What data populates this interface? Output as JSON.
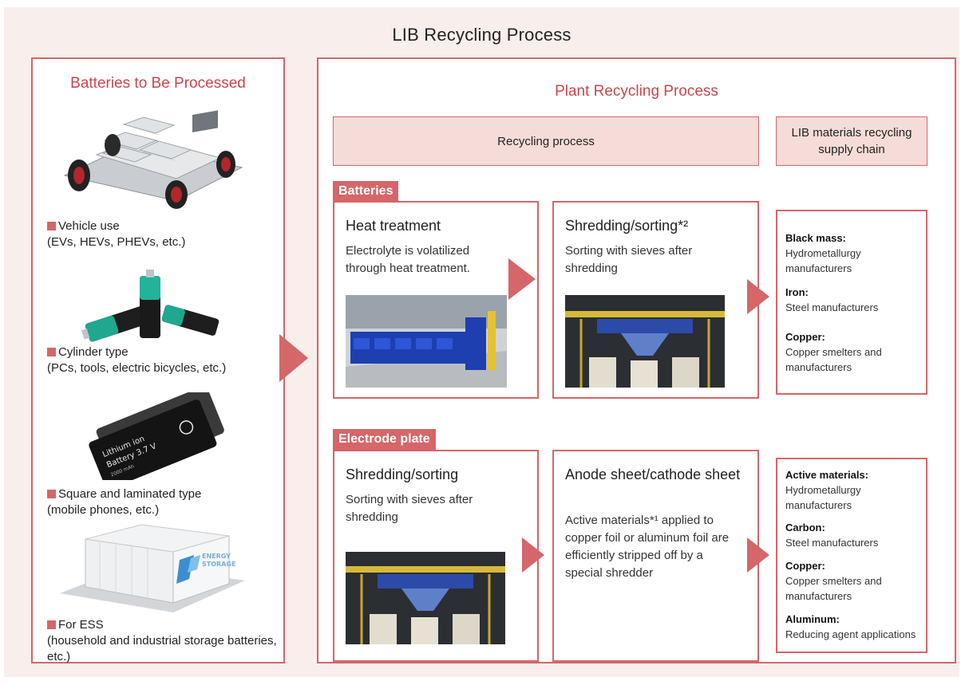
{
  "title": "LIB Recycling Process",
  "left_panel": {
    "title": "Batteries to Be Processed",
    "items": [
      {
        "label": "Vehicle use",
        "sub": "(EVs, HEVs, PHEVs, etc.)"
      },
      {
        "label": "Cylinder type",
        "sub": "(PCs, tools, electric bicycles, etc.)"
      },
      {
        "label": "Square and laminated type",
        "sub": "(mobile phones, etc.)"
      },
      {
        "label": "For ESS",
        "sub": "(household and industrial storage batteries, etc.)"
      }
    ],
    "battery_label": {
      "line1": "Lithium ion",
      "line2": "Battery 3.7 V",
      "line3": "2000 mAh"
    },
    "ess_label": {
      "line1": "ENERGY",
      "line2": "STORAGE"
    }
  },
  "right_panel": {
    "title": "Plant Recycling Process",
    "header_process": "Recycling process",
    "header_supply": "LIB materials recycling supply chain",
    "row1": {
      "tag": "Batteries",
      "step1": {
        "title": "Heat treatment",
        "desc": "Electrolyte is volatilized through heat treatment."
      },
      "step2": {
        "title": "Shredding/sorting*²",
        "desc": "Sorting with sieves after shredding"
      },
      "supply": [
        {
          "name": "Black mass:",
          "value": "Hydrometallurgy manufacturers"
        },
        {
          "name": "Iron:",
          "value": "Steel manufacturers"
        },
        {
          "name": "Copper:",
          "value": "Copper smelters and manufacturers"
        }
      ]
    },
    "row2": {
      "tag": "Electrode plate",
      "step1": {
        "title": "Shredding/sorting",
        "desc": "Sorting with sieves after shredding"
      },
      "step2": {
        "title": "Anode sheet/cathode sheet",
        "desc": "Active materials*¹ applied to copper foil or aluminum foil are efficiently stripped off by a special shredder"
      },
      "supply": [
        {
          "name": "Active materials:",
          "value": "Hydrometallurgy manufacturers"
        },
        {
          "name": "Carbon:",
          "value": "Steel manufacturers"
        },
        {
          "name": "Copper:",
          "value": "Copper smelters and manufacturers"
        },
        {
          "name": "Aluminum:",
          "value": "Reducing agent applications"
        }
      ]
    }
  },
  "colors": {
    "accent": "#d5666a",
    "accent_text": "#c9474d",
    "page_bg": "#f8eeec",
    "header_bg": "#f6dcd8"
  }
}
